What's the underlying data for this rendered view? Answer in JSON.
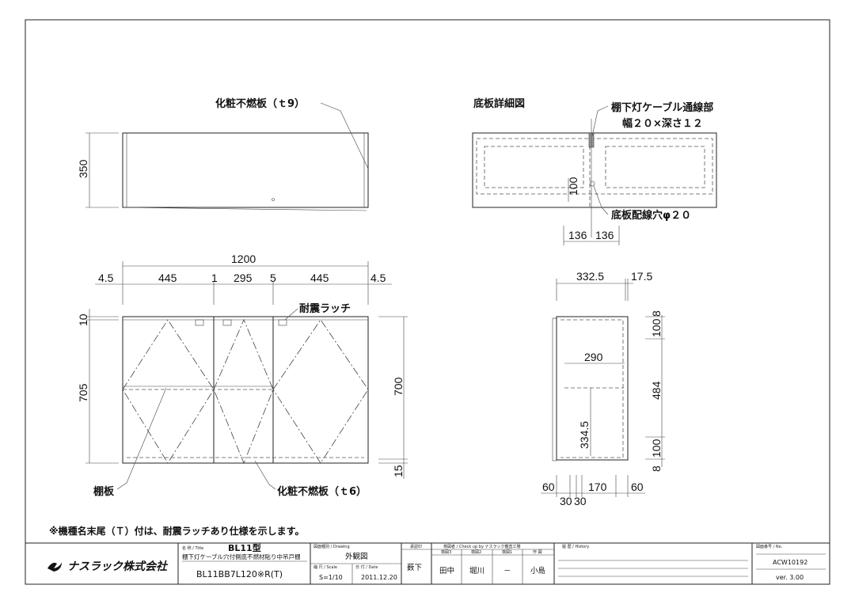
{
  "drawing": {
    "top_view": {
      "label_face": "化粧不燃板（ｔ9）",
      "dim_depth": "350"
    },
    "bottom_detail": {
      "title": "底板詳細図",
      "cable_label_1": "棚下灯ケーブル通線部",
      "cable_label_2": "幅２０×深さ１２",
      "dim_100": "100",
      "hole_label": "底板配線穴φ２０",
      "dim_136a": "136",
      "dim_136b": "136"
    },
    "front_view": {
      "dim_total": "1200",
      "dims_row": [
        "4.5",
        "445",
        "1",
        "295",
        "5",
        "445",
        "4.5"
      ],
      "dim_10": "10",
      "dim_705": "705",
      "dim_700": "700",
      "dim_15": "15",
      "latch_label": "耐震ラッチ",
      "shelf_label": "棚板",
      "face_label": "化粧不燃板（ｔ6）"
    },
    "side_view": {
      "dim_332_5": "332.5",
      "dim_17_5": "17.5",
      "dim_290": "290",
      "dim_334_5": "334.5",
      "right_dims": [
        "8",
        "100",
        "484",
        "100",
        "8"
      ],
      "bottom_dims": [
        "60",
        "170",
        "60"
      ],
      "bottom_dims_2": [
        "30",
        "30"
      ]
    },
    "note": "※機種名末尾（Ｔ）付は、耐震ラッチあり仕様を示します。"
  },
  "title_block": {
    "company": "ナスラック株式会社",
    "title_caption": "名 称 / Title",
    "title": "BL11型",
    "subtitle": "棚下灯ケーブル穴付側底不燃材貼り中吊戸棚",
    "model": "BL11BB7L120※R(T)",
    "drawing_caption": "図面種別 / Drawing",
    "drawing_type": "外観図",
    "scale_caption": "縮 尺 / Scale",
    "scale": "S=1/10",
    "date_caption": "日 付 / Date",
    "date": "2011.12.20",
    "approval_caption": "承認印",
    "approval": "薮下",
    "check_caption": "検図者 / Check up by ナスラック鑑査工場",
    "check_headers": [
      "検図3",
      "検図2",
      "検図1",
      "作 図"
    ],
    "check_values": [
      "田中",
      "堀川",
      "－",
      "小島"
    ],
    "history_caption": "履 歴 / History",
    "no_caption": "図面番号 / No.",
    "number": "ACW10192",
    "version": "ver. 3.00"
  }
}
